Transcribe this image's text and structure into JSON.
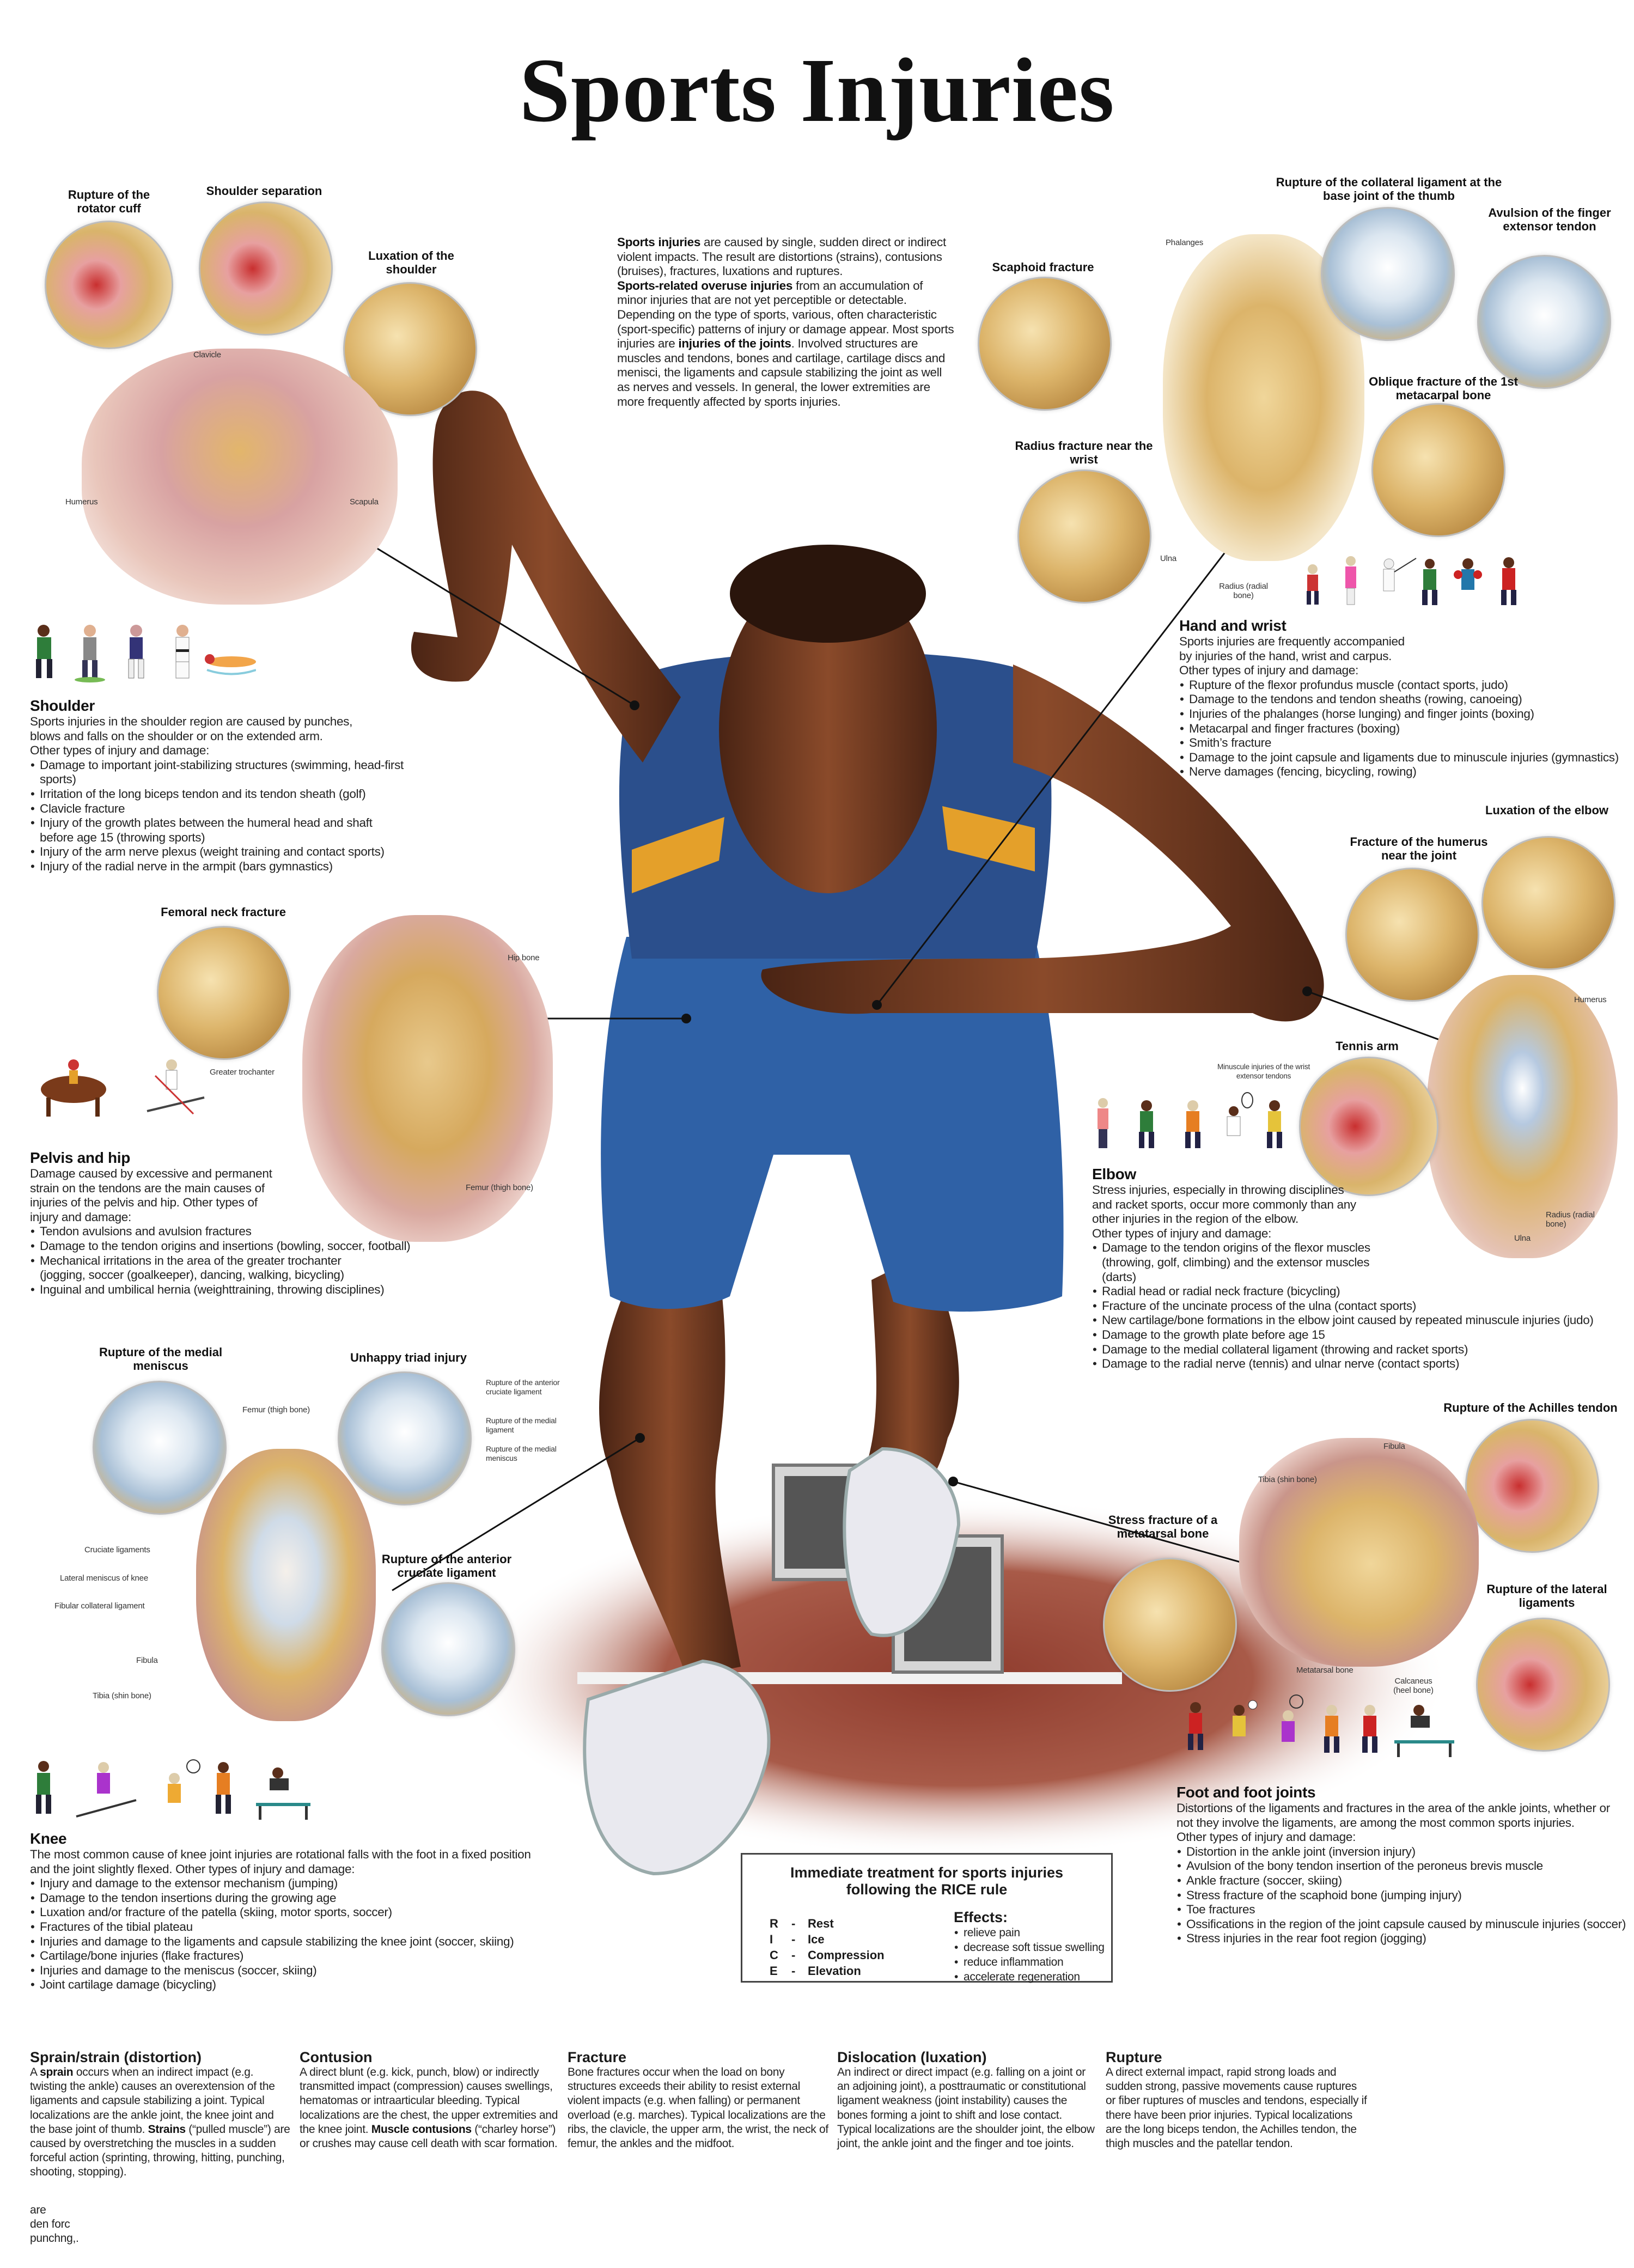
{
  "title": "Sports Injuries",
  "intro": {
    "segments": [
      {
        "bold": true,
        "text": "Sports injuries"
      },
      {
        "bold": false,
        "text": " are caused by single, sudden direct or indirect violent impacts. The result are distortions (strains), contusions (bruises), fractures, luxations and ruptures."
      },
      {
        "bold": true,
        "text": "Sports-related overuse injuries"
      },
      {
        "bold": false,
        "text": " from an accumulation of minor injuries that are not yet perceptible or detectable. Depending on the type of sports, various, often characteristic (sport-specific) patterns of injury or damage appear. Most sports injuries are "
      },
      {
        "bold": true,
        "text": "injuries of the joints"
      },
      {
        "bold": false,
        "text": ". Involved structures are muscles and tendons, bones and cartilage, cartilage discs and menisci, the ligaments and capsule stabilizing the joint as well as nerves and vessels. In general, the lower extremities are more frequently affected by sports injuries."
      }
    ]
  },
  "shoulder": {
    "callouts": [
      "Rupture of the rotator cuff",
      "Shoulder separation",
      "Luxation of the shoulder"
    ],
    "labels": {
      "clavicle": "Clavicle",
      "humerus": "Humerus",
      "scapula": "Scapula"
    },
    "heading": "Shoulder",
    "intro": "Sports injuries in the shoulder region are caused by punches, blows and falls on the shoulder or on the extended arm.",
    "other": "Other types of injury and damage:",
    "items": [
      "Damage to important joint-stabilizing structures (swimming, head-first sports)",
      "Irritation of the long biceps tendon and its tendon sheath (golf)",
      "Clavicle fracture",
      "Injury of the growth plates between the humeral head and shaft before age 15 (throwing sports)",
      "Injury of the arm nerve plexus (weight training and contact sports)",
      "Injury of the radial nerve in the armpit (bars gymnastics)"
    ]
  },
  "pelvis": {
    "callouts": [
      "Femoral neck fracture"
    ],
    "labels": {
      "hip_bone": "Hip bone",
      "greater_trochanter": "Greater trochanter",
      "femur": "Femur (thigh bone)"
    },
    "heading": "Pelvis and hip",
    "intro": "Damage caused by excessive and permanent strain on the tendons are the main causes of injuries of the pelvis and hip. Other types of injury and damage:",
    "items": [
      "Tendon avulsions and avulsion fractures",
      "Damage to the tendon origins and insertions (bowling, soccer, football)",
      "Mechanical irritations in the area of the greater trochanter (jogging, soccer (goalkeeper), dancing, walking, bicycling)",
      "Inguinal and umbilical hernia (weighttraining, throwing disciplines)"
    ]
  },
  "knee": {
    "callouts": [
      "Rupture of the medial meniscus",
      "Unhappy triad injury",
      "Rupture of the anterior cruciate ligament"
    ],
    "triad_labels": [
      "Rupture of the anterior cruciate ligament",
      "Rupture of the medial ligament",
      "Rupture of the medial meniscus"
    ],
    "labels": {
      "femur": "Femur (thigh bone)",
      "cruciate": "Cruciate ligaments",
      "lateral_meniscus": "Lateral meniscus of knee",
      "fibular_collateral": "Fibular collateral ligament",
      "fibula": "Fibula",
      "tibia": "Tibia (shin bone)"
    },
    "heading": "Knee",
    "intro": "The most common cause of knee joint injuries are rotational falls with the foot in a fixed position and the joint slightly flexed. Other types of injury and damage:",
    "items": [
      "Injury and damage to the extensor mechanism (jumping)",
      "Damage to the tendon insertions during the growing age",
      "Luxation and/or fracture of the patella (skiing, motor sports, soccer)",
      "Fractures of the tibial plateau",
      "Injuries and damage to the ligaments and capsule stabilizing the knee joint (soccer, skiing)",
      "Cartilage/bone injuries (flake fractures)",
      "Injuries and damage to the meniscus (soccer, skiing)",
      "Joint cartilage damage (bicycling)"
    ]
  },
  "hand": {
    "callouts": [
      "Scaphoid fracture",
      "Radius fracture near the wrist",
      "Rupture of the collateral ligament at the base joint of the thumb",
      "Avulsion of the finger extensor tendon",
      "Oblique fracture of the 1st metacarpal bone"
    ],
    "labels": {
      "phalanges": "Phalanges",
      "ulna": "Ulna",
      "radius": "Radius (radial bone)"
    },
    "heading": "Hand and wrist",
    "intro": "Sports injuries are frequently accompanied by injuries of the hand, wrist and carpus.",
    "other": "Other types of injury and damage:",
    "items": [
      "Rupture of the flexor profundus muscle (contact sports, judo)",
      "Damage to the tendons and tendon sheaths (rowing, canoeing)",
      "Injuries of the phalanges (horse lunging) and finger joints (boxing)",
      "Metacarpal and finger fractures (boxing)",
      "Smith’s fracture",
      "Damage to the joint capsule and ligaments due to minuscule injuries (gymnastics)",
      "Nerve damages (fencing, bicycling, rowing)"
    ]
  },
  "elbow": {
    "callouts": [
      "Luxation of the elbow",
      "Fracture of the humerus near the joint",
      "Tennis arm"
    ],
    "labels": {
      "minuscule": "Minuscule injuries of the wrist extensor tendons",
      "humerus": "Humerus",
      "radius": "Radius (radial bone)",
      "ulna": "Ulna"
    },
    "heading": "Elbow",
    "intro": "Stress injuries, especially in throwing disciplines and racket sports, occur more commonly than any other injuries in the region of the elbow.",
    "other": "Other types of injury and damage:",
    "items": [
      "Damage to the tendon origins of the flexor muscles (throwing, golf, climbing) and the extensor muscles (darts)",
      "Radial head or radial neck fracture (bicycling)",
      "Fracture of the uncinate process of the ulna (contact sports)",
      "New cartilage/bone formations in the elbow joint caused by repeated minuscule injuries (judo)",
      "Damage to the growth plate before age 15",
      "Damage to the medial collateral ligament (throwing and racket sports)",
      "Damage to the radial nerve (tennis) and ulnar nerve (contact sports)"
    ]
  },
  "foot": {
    "callouts": [
      "Rupture of the Achilles tendon",
      "Stress fracture of a metatarsal bone",
      "Rupture of the lateral ligaments"
    ],
    "labels": {
      "fibula": "Fibula",
      "tibia": "Tibia (shin bone)",
      "metatarsal": "Metatarsal bone",
      "calcaneus": "Calcaneus (heel bone)"
    },
    "heading": "Foot and foot joints",
    "intro": "Distortions of the ligaments and fractures in the area of the ankle joints, whether or not they involve the ligaments, are among the most common sports injuries.",
    "other": "Other types of injury and damage:",
    "items": [
      "Distortion in the ankle joint (inversion injury)",
      "Avulsion of the bony tendon insertion of the peroneus brevis muscle",
      "Ankle fracture (soccer, skiing)",
      "Stress fracture of the scaphoid bone (jumping injury)",
      "Toe fractures",
      "Ossifications in the region of the joint capsule caused by minuscule injuries (soccer)",
      "Stress injuries in the rear foot region (jogging)"
    ]
  },
  "rice": {
    "title": "Immediate treatment for sports injuries following the RICE rule",
    "steps": [
      {
        "letter": "R",
        "dash": "-",
        "word": "Rest"
      },
      {
        "letter": "I",
        "dash": "-",
        "word": "Ice"
      },
      {
        "letter": "C",
        "dash": "-",
        "word": "Compression"
      },
      {
        "letter": "E",
        "dash": "-",
        "word": "Elevation"
      }
    ],
    "effects_heading": "Effects:",
    "effects": [
      "relieve pain",
      "decrease soft tissue swelling",
      "reduce inflammation",
      "accelerate regeneration"
    ]
  },
  "definitions": {
    "sprain": {
      "heading": "Sprain/strain (distortion)",
      "segments": [
        {
          "bold": false,
          "text": "A "
        },
        {
          "bold": true,
          "text": "sprain"
        },
        {
          "bold": false,
          "text": " occurs when an indirect impact (e.g. twisting the ankle) causes an overextension of the ligaments and capsule stabilizing a joint. Typical localizations are the ankle joint, the knee joint and the base joint of thumb. "
        },
        {
          "bold": true,
          "text": "Strains"
        },
        {
          "bold": false,
          "text": " (“pulled muscle”) are caused by overstretching the muscles in a sudden forceful action (sprinting, throwing, hitting, punching, shooting, stopping)."
        }
      ]
    },
    "contusion": {
      "heading": "Contusion",
      "segments": [
        {
          "bold": false,
          "text": "A direct blunt (e.g. kick, punch, blow) or indirectly transmitted impact (compression) causes swellings, hematomas or intraarticular bleeding. Typical localizations are the chest, the upper extremities and the knee joint. "
        },
        {
          "bold": true,
          "text": "Muscle contusions"
        },
        {
          "bold": false,
          "text": " (“charley horse”) or crushes may cause cell death with scar formation."
        }
      ]
    },
    "fracture": {
      "heading": "Fracture",
      "text": "Bone fractures occur when the load on bony structures exceeds their ability to resist external violent impacts (e.g. when falling) or permanent overload (e.g. marches). Typical localizations are the ribs, the clavicle, the upper arm, the wrist, the neck of femur, the ankles and the midfoot."
    },
    "dislocation": {
      "heading": "Dislocation (luxation)",
      "text": "An indirect or direct impact (e.g. falling on a joint or an adjoining joint), a posttraumatic or constitutional ligament weakness (joint instability) causes the bones forming a joint to shift and lose contact. Typical localizations are the shoulder joint, the elbow joint, the ankle joint and the finger and toe joints."
    },
    "rupture": {
      "heading": "Rupture",
      "text": "A direct external impact, rapid strong loads and sudden strong, passive movements cause ruptures or fiber ruptures of muscles and tendons, especially if there have been prior injuries. Typical localizations are the long biceps tendon, the Achilles tendon, the thigh muscles and the patellar tendon."
    }
  },
  "stray_fragment": [
    "are",
    "den forc",
    "punchng,."
  ],
  "colors": {
    "skin": "#6b3a22",
    "shirt": "#2b4f8c",
    "shirt_stripe": "#e4a02a",
    "shorts": "#2f61a6",
    "track": "#8e3b2d",
    "bone": "#dcb46a",
    "ligament": "#a9c0d6"
  }
}
